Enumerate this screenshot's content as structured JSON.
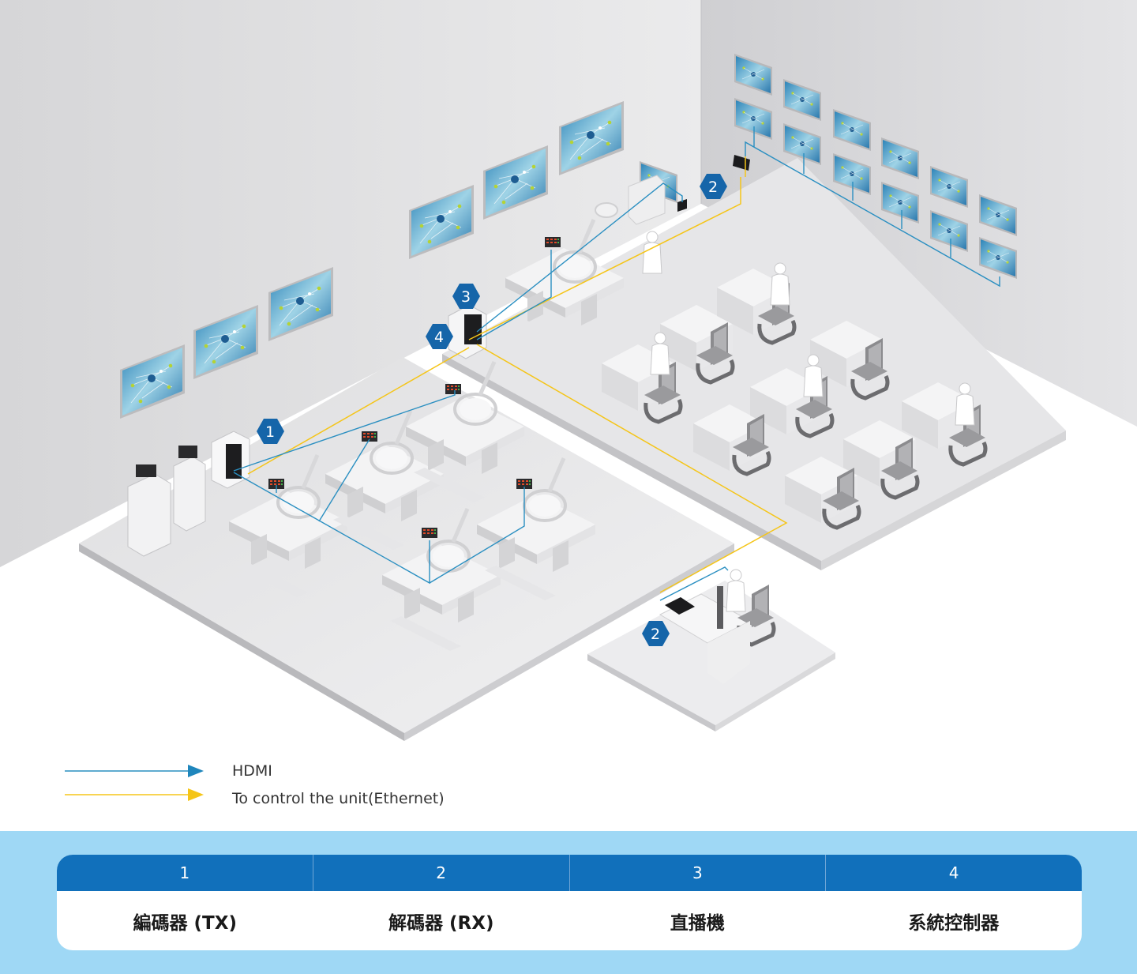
{
  "diagram": {
    "badges": {
      "b1": "1",
      "b2_top": "2",
      "b3": "3",
      "b4": "4",
      "b2_bottom": "2"
    }
  },
  "legend": {
    "items": [
      {
        "label": "HDMI",
        "color": "#2a8fc1"
      },
      {
        "label": "To control the unit(Ethernet)",
        "color": "#f5c518"
      }
    ]
  },
  "table": {
    "header_color": "#1170bb",
    "band_color": "#9fd8f5",
    "columns": [
      {
        "number": "1",
        "name": "編碼器 (TX)"
      },
      {
        "number": "2",
        "name": "解碼器 (RX)"
      },
      {
        "number": "3",
        "name": "直播機"
      },
      {
        "number": "4",
        "name": "系統控制器"
      }
    ]
  }
}
